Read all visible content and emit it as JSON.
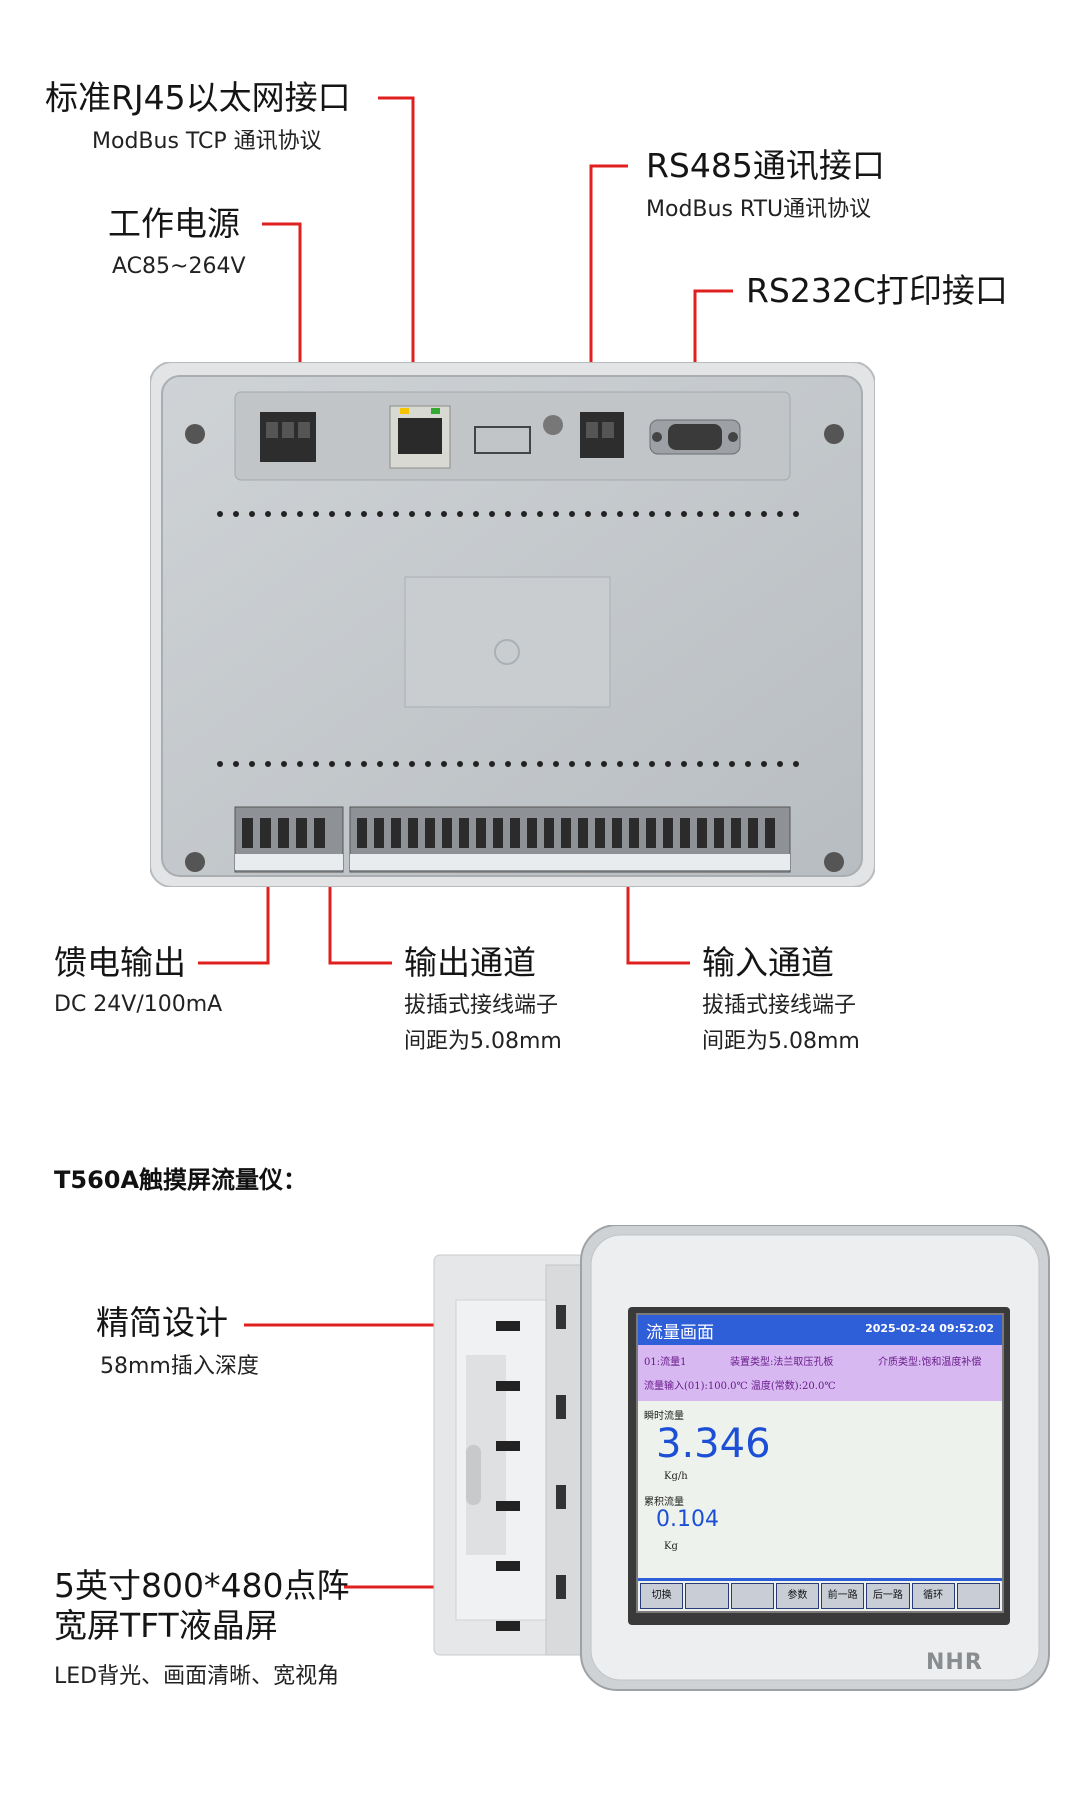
{
  "top_callouts": {
    "rj45": {
      "title": "标准RJ45以太网接口",
      "sub": "ModBus TCP 通讯协议"
    },
    "power": {
      "title": "工作电源",
      "sub": "AC85~264V"
    },
    "rs485": {
      "title": "RS485通讯接口",
      "sub": "ModBus RTU通讯协议"
    },
    "rs232": {
      "title": "RS232C打印接口"
    }
  },
  "bottom_callouts": {
    "feed": {
      "title": "馈电输出",
      "sub": "DC 24V/100mA"
    },
    "output": {
      "title": "输出通道",
      "sub1": "拔插式接线端子",
      "sub2": "间距为5.08mm"
    },
    "input": {
      "title": "输入通道",
      "sub1": "拔插式接线端子",
      "sub2": "间距为5.08mm"
    }
  },
  "section_heading": "T560A触摸屏流量仪：",
  "side_callouts": {
    "design": {
      "title": "精简设计",
      "sub": "58mm插入深度"
    },
    "screen": {
      "title1": "5英寸800*480点阵",
      "title2": "宽屏TFT液晶屏",
      "sub": "LED背光、画面清晰、宽视角"
    }
  },
  "lcd": {
    "title": "流量画面",
    "datetime": "2025-02-24 09:52:02",
    "info_line1_a": "01:流量1",
    "info_line1_b": "装置类型:法兰取压孔板",
    "info_line1_c": "介质类型:饱和温度补偿",
    "info_line2": "流量输入(01):100.0℃  温度(常数):20.0℃",
    "instant_label": "瞬时流量",
    "instant_value": "3.346",
    "instant_unit": "Kg/h",
    "total_label": "累积流量",
    "total_value": "0.104",
    "total_unit": "Kg",
    "buttons": [
      "切换",
      "",
      "",
      "参数",
      "前一路",
      "后一路",
      "循环",
      ""
    ]
  },
  "brand": "NHR",
  "colors": {
    "accent_red": "#e0201e",
    "lcd_title": "#2f5fd8",
    "lcd_info": "#d7b8f0",
    "lcd_value": "#1d4fd6"
  }
}
